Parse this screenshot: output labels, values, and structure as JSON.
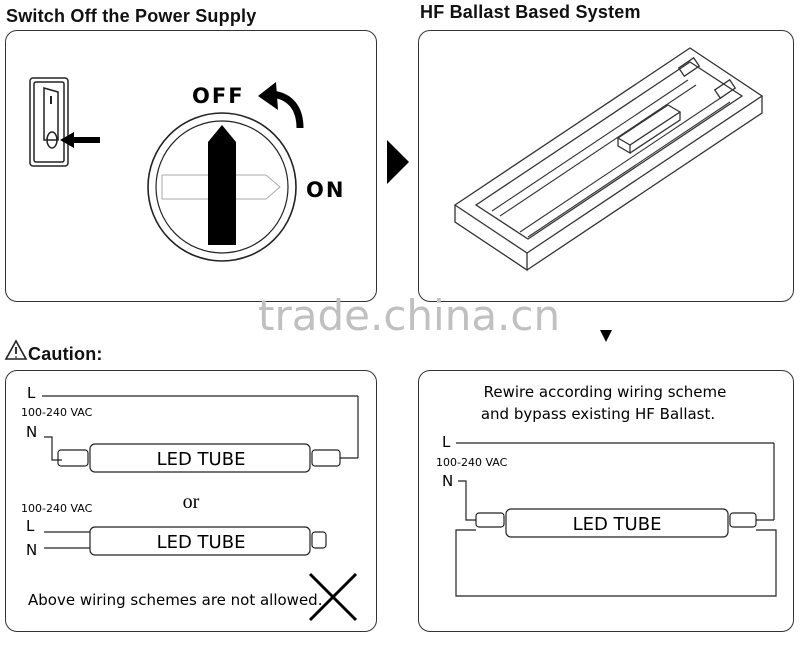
{
  "titles": {
    "switch_off": "Switch Off the Power Supply",
    "hf_system": "HF Ballast Based System",
    "caution": "Caution:"
  },
  "switch_panel": {
    "off_label": "OFF",
    "on_label": "ON"
  },
  "watermark": "trade.china.cn",
  "caution_panel": {
    "line_l": "L",
    "line_n": "N",
    "voltage": "100-240 VAC",
    "tube_label": "LED TUBE",
    "or_label": "or",
    "not_allowed": "Above wiring schemes are not allowed."
  },
  "rewire_panel": {
    "instruction_line1": "Rewire according wiring scheme",
    "instruction_line2": "and bypass existing HF Ballast.",
    "line_l": "L",
    "line_n": "N",
    "voltage": "100-240 VAC",
    "tube_label": "LED TUBE"
  },
  "colors": {
    "stroke": "#222222",
    "watermark": "#bfbfbf",
    "fill": "#000000"
  }
}
